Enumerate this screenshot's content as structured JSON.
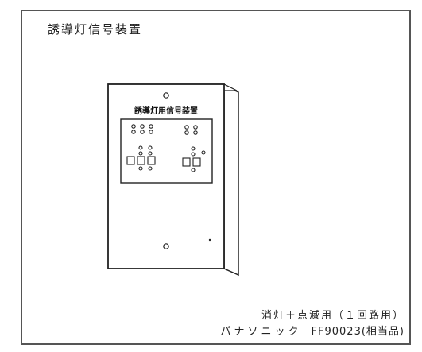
{
  "document": {
    "title": "誘導灯信号装置",
    "device_panel_label": "誘導灯用信号装置",
    "caption": {
      "function": "消灯＋点滅用（１回路用）",
      "maker": "パナソニック",
      "model": "FF90023(相当品)"
    }
  }
}
